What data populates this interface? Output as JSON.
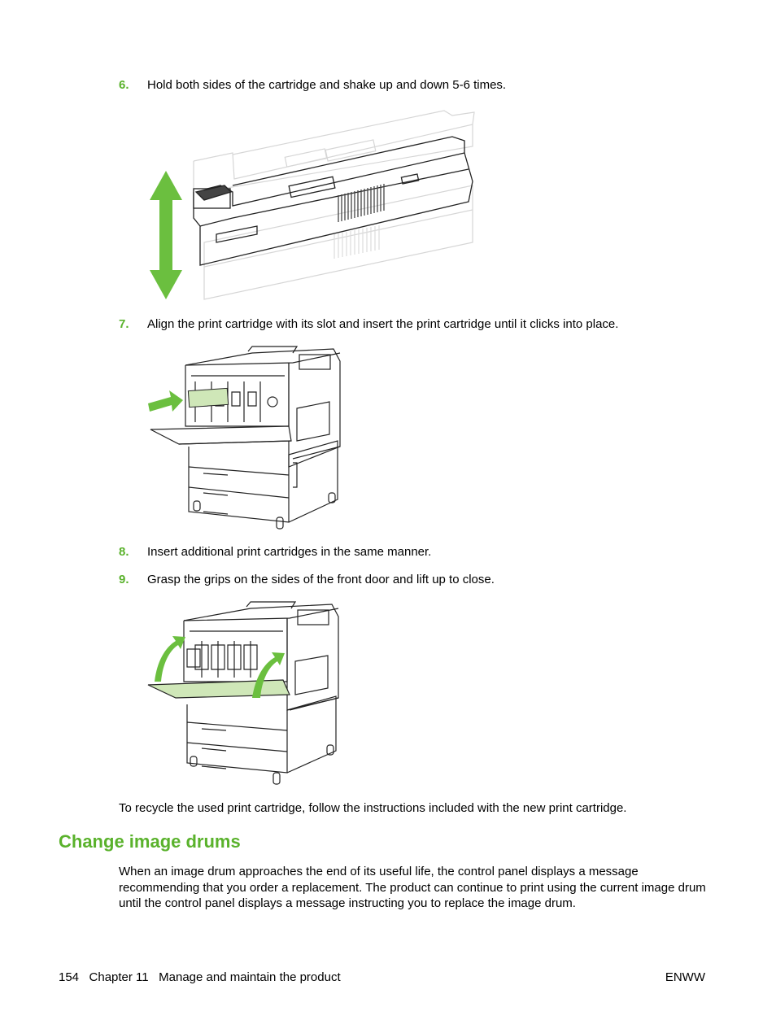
{
  "steps": [
    {
      "num": "6.",
      "text": "Hold both sides of the cartridge and shake up and down 5-6 times."
    },
    {
      "num": "7.",
      "text": "Align the print cartridge with its slot and insert the print cartridge until it clicks into place."
    },
    {
      "num": "8.",
      "text": "Insert additional print cartridges in the same manner."
    },
    {
      "num": "9.",
      "text": "Grasp the grips on the sides of the front door and lift up to close."
    }
  ],
  "recycle_text": "To recycle the used print cartridge, follow the instructions included with the new print cartridge.",
  "section": {
    "title": "Change image drums",
    "body": "When an image drum approaches the end of its useful life, the control panel displays a message recommending that you order a replacement. The product can continue to print using the current image drum until the control panel displays a message instructing you to replace the image drum."
  },
  "footer": {
    "left": "154   Chapter 11   Manage and maintain the product",
    "right": "ENWW"
  },
  "colors": {
    "accent": "#5ab22c",
    "arrow": "#6bbf3f",
    "highlight": "#cfe7b8"
  }
}
